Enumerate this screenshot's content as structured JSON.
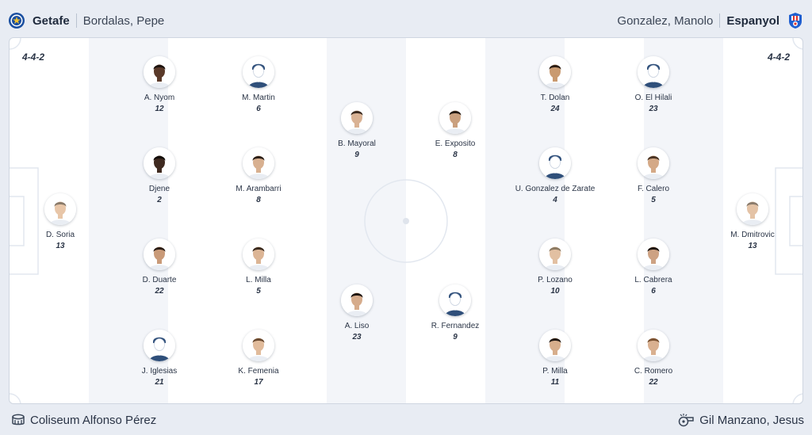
{
  "header": {
    "home_team": "Getafe",
    "home_coach": "Bordalas, Pepe",
    "away_team": "Espanyol",
    "away_coach": "Gonzalez, Manolo"
  },
  "formations": {
    "home": "4-4-2",
    "away": "4-4-2"
  },
  "players": [
    {
      "name": "D. Soria",
      "number": "13",
      "side": "home",
      "skin": "#e8c6a8",
      "hair": "#8a7b6a",
      "generic": false
    },
    {
      "name": "A. Nyom",
      "number": "12",
      "side": "home",
      "skin": "#5a3a2a",
      "hair": "#1d1410",
      "generic": false
    },
    {
      "name": "Djene",
      "number": "2",
      "side": "home",
      "skin": "#3f2a20",
      "hair": "#130d0a",
      "generic": false
    },
    {
      "name": "D. Duarte",
      "number": "22",
      "side": "home",
      "skin": "#c99a78",
      "hair": "#2a1d16",
      "generic": false
    },
    {
      "name": "J. Iglesias",
      "number": "21",
      "side": "home",
      "skin": "",
      "hair": "",
      "generic": true
    },
    {
      "name": "M. Martin",
      "number": "6",
      "side": "home",
      "skin": "",
      "hair": "",
      "generic": true
    },
    {
      "name": "M. Arambarri",
      "number": "8",
      "side": "home",
      "skin": "#d8b090",
      "hair": "#2b1f17",
      "generic": false
    },
    {
      "name": "L. Milla",
      "number": "5",
      "side": "home",
      "skin": "#dcb595",
      "hair": "#3a2a1e",
      "generic": false
    },
    {
      "name": "K. Femenia",
      "number": "17",
      "side": "home",
      "skin": "#e1bb9b",
      "hair": "#6a4a30",
      "generic": false
    },
    {
      "name": "B. Mayoral",
      "number": "9",
      "side": "home",
      "skin": "#d9b294",
      "hair": "#3b2b20",
      "generic": false
    },
    {
      "name": "A. Liso",
      "number": "23",
      "side": "home",
      "skin": "#d6ac8c",
      "hair": "#1e1611",
      "generic": false
    },
    {
      "name": "E. Exposito",
      "number": "8",
      "side": "away",
      "skin": "#caa07e",
      "hair": "#241a13",
      "generic": false
    },
    {
      "name": "R. Fernandez",
      "number": "9",
      "side": "away",
      "skin": "",
      "hair": "",
      "generic": true
    },
    {
      "name": "T. Dolan",
      "number": "24",
      "side": "away",
      "skin": "#c99a70",
      "hair": "#2c1e15",
      "generic": false
    },
    {
      "name": "U. Gonzalez de Zarate",
      "number": "4",
      "side": "away",
      "skin": "",
      "hair": "",
      "generic": true
    },
    {
      "name": "P. Lozano",
      "number": "10",
      "side": "away",
      "skin": "#e2c0a2",
      "hair": "#8c7a62",
      "generic": false
    },
    {
      "name": "P. Milla",
      "number": "11",
      "side": "away",
      "skin": "#d7ae8c",
      "hair": "#1f1712",
      "generic": false
    },
    {
      "name": "O. El Hilali",
      "number": "23",
      "side": "away",
      "skin": "",
      "hair": "",
      "generic": true
    },
    {
      "name": "F. Calero",
      "number": "5",
      "side": "away",
      "skin": "#d4a987",
      "hair": "#4a3424",
      "generic": false
    },
    {
      "name": "L. Cabrera",
      "number": "6",
      "side": "away",
      "skin": "#cda283",
      "hair": "#1d1510",
      "generic": false
    },
    {
      "name": "C. Romero",
      "number": "22",
      "side": "away",
      "skin": "#d9b090",
      "hair": "#7a5232",
      "generic": false
    },
    {
      "name": "M. Dmitrovic",
      "number": "13",
      "side": "away",
      "skin": "#e4c3a6",
      "hair": "#8b7c6d",
      "generic": false
    }
  ],
  "footer": {
    "stadium": "Coliseum Alfonso Pérez",
    "referee": "Gil Manzano, Jesus"
  },
  "icons": {
    "home_badge": "getafe-crest-icon",
    "away_badge": "espanyol-crest-icon",
    "stadium": "stadium-icon",
    "referee": "whistle-icon"
  },
  "colors": {
    "home_badge": "#1a4fa0",
    "away_badge": "#1f5fd0",
    "generic_avatar": "#2f4f7a"
  }
}
